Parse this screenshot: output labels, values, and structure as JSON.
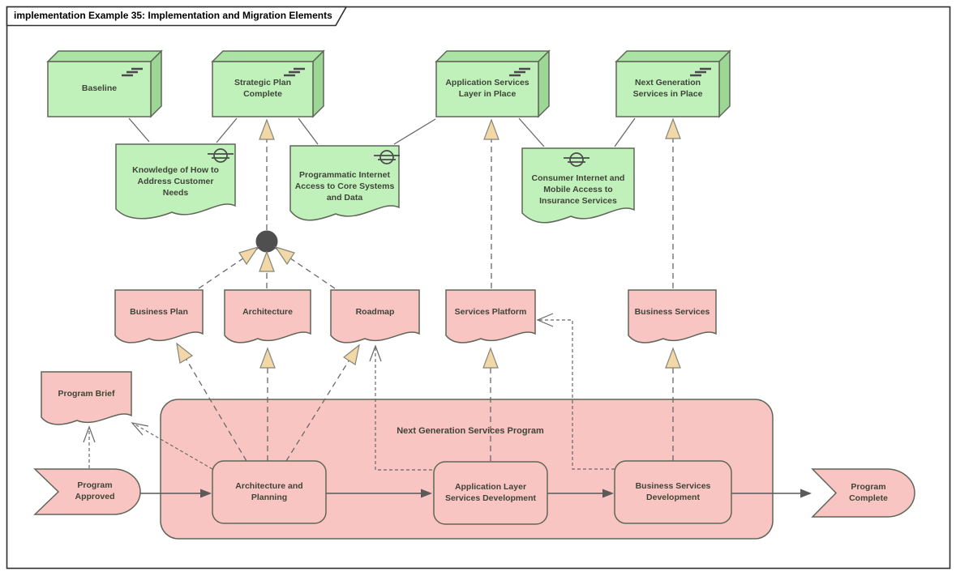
{
  "title": "implementation Example 35: Implementation and Migration Elements",
  "plateaus": [
    {
      "id": "baseline",
      "lines": [
        "Baseline"
      ]
    },
    {
      "id": "strategic-plan-complete",
      "lines": [
        "Strategic Plan",
        "Complete"
      ]
    },
    {
      "id": "application-services-layer-in-place",
      "lines": [
        "Application Services",
        "Layer in Place"
      ]
    },
    {
      "id": "next-generation-services-in-place",
      "lines": [
        "Next Generation",
        "Services in Place"
      ]
    }
  ],
  "green_deliverables": [
    {
      "id": "knowledge",
      "lines": [
        "Knowledge of How to",
        "Address Customer",
        "Needs"
      ]
    },
    {
      "id": "programmatic",
      "lines": [
        "Programmatic Internet",
        "Access to Core Systems",
        "and Data"
      ]
    },
    {
      "id": "consumer",
      "lines": [
        "Consumer Internet and",
        "Mobile Access to",
        "Insurance Services"
      ]
    }
  ],
  "pink_deliverables": [
    {
      "id": "business-plan",
      "label": "Business Plan"
    },
    {
      "id": "architecture",
      "label": "Architecture"
    },
    {
      "id": "roadmap",
      "label": "Roadmap"
    },
    {
      "id": "services-platform",
      "label": "Services Platform"
    },
    {
      "id": "business-services",
      "label": "Business Services"
    },
    {
      "id": "program-brief",
      "label": "Program Brief"
    }
  ],
  "program": {
    "label": "Next Generation Services Program",
    "work_packages": [
      {
        "id": "architecture-and-planning",
        "lines": [
          "Architecture and",
          "Planning"
        ]
      },
      {
        "id": "application-layer-services-development",
        "lines": [
          "Application Layer",
          "Services Development"
        ]
      },
      {
        "id": "business-services-development",
        "lines": [
          "Business Services",
          "Development"
        ]
      }
    ]
  },
  "events": [
    {
      "id": "program-approved",
      "lines": [
        "Program",
        "Approved"
      ]
    },
    {
      "id": "program-complete",
      "lines": [
        "Program",
        "Complete"
      ]
    }
  ],
  "colors": {
    "plateau_fill": "#c1f1ba",
    "plateau_top": "#abe3a4",
    "plateau_side": "#9cd795",
    "deliverable_pink": "#f9c5c2",
    "border": "#5f6658",
    "line": "#686868",
    "arrowhead_tan": "#f2d7a7",
    "junction": "#4f4f4f",
    "text": "#3f4439"
  }
}
